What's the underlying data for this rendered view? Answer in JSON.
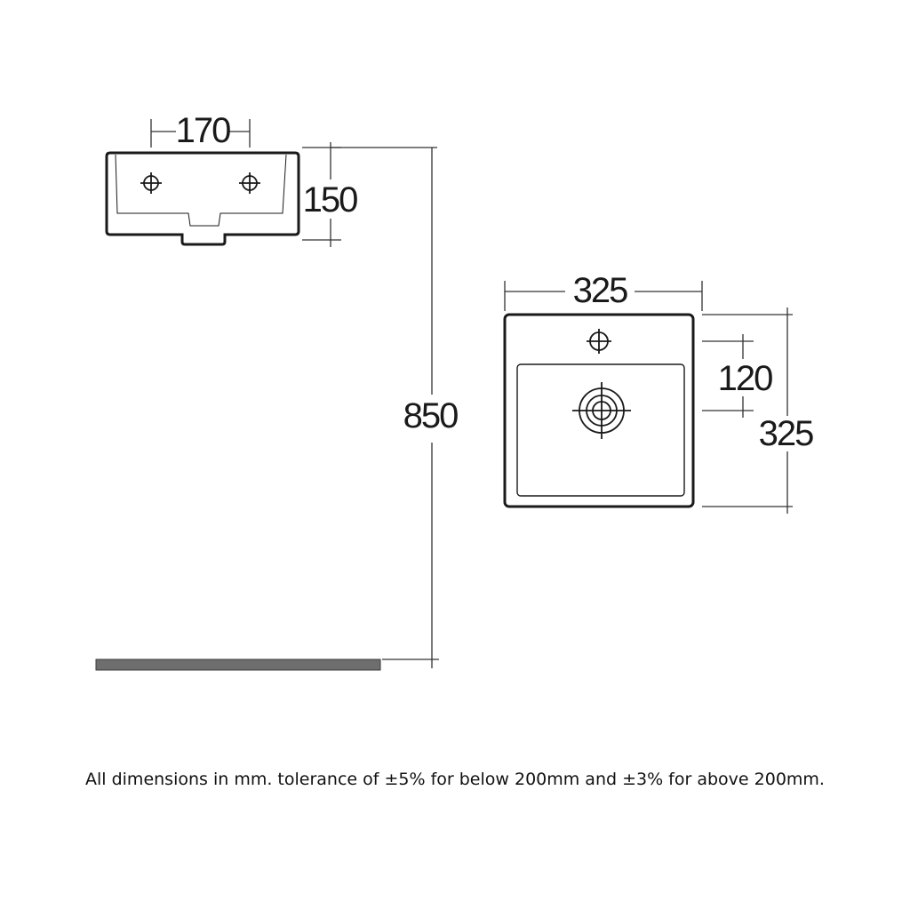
{
  "dimensions": {
    "tap_hole_spacing": "170",
    "basin_depth": "150",
    "floor_height": "850",
    "basin_width": "325",
    "waste_offset": "120",
    "basin_length": "325"
  },
  "footnote": "All dimensions in mm. tolerance of ±5% for below 200mm and ±3% for above 200mm.",
  "colors": {
    "line": "#1a1a1a",
    "dimension_line": "#333333",
    "floor": "#6e6e6e"
  }
}
